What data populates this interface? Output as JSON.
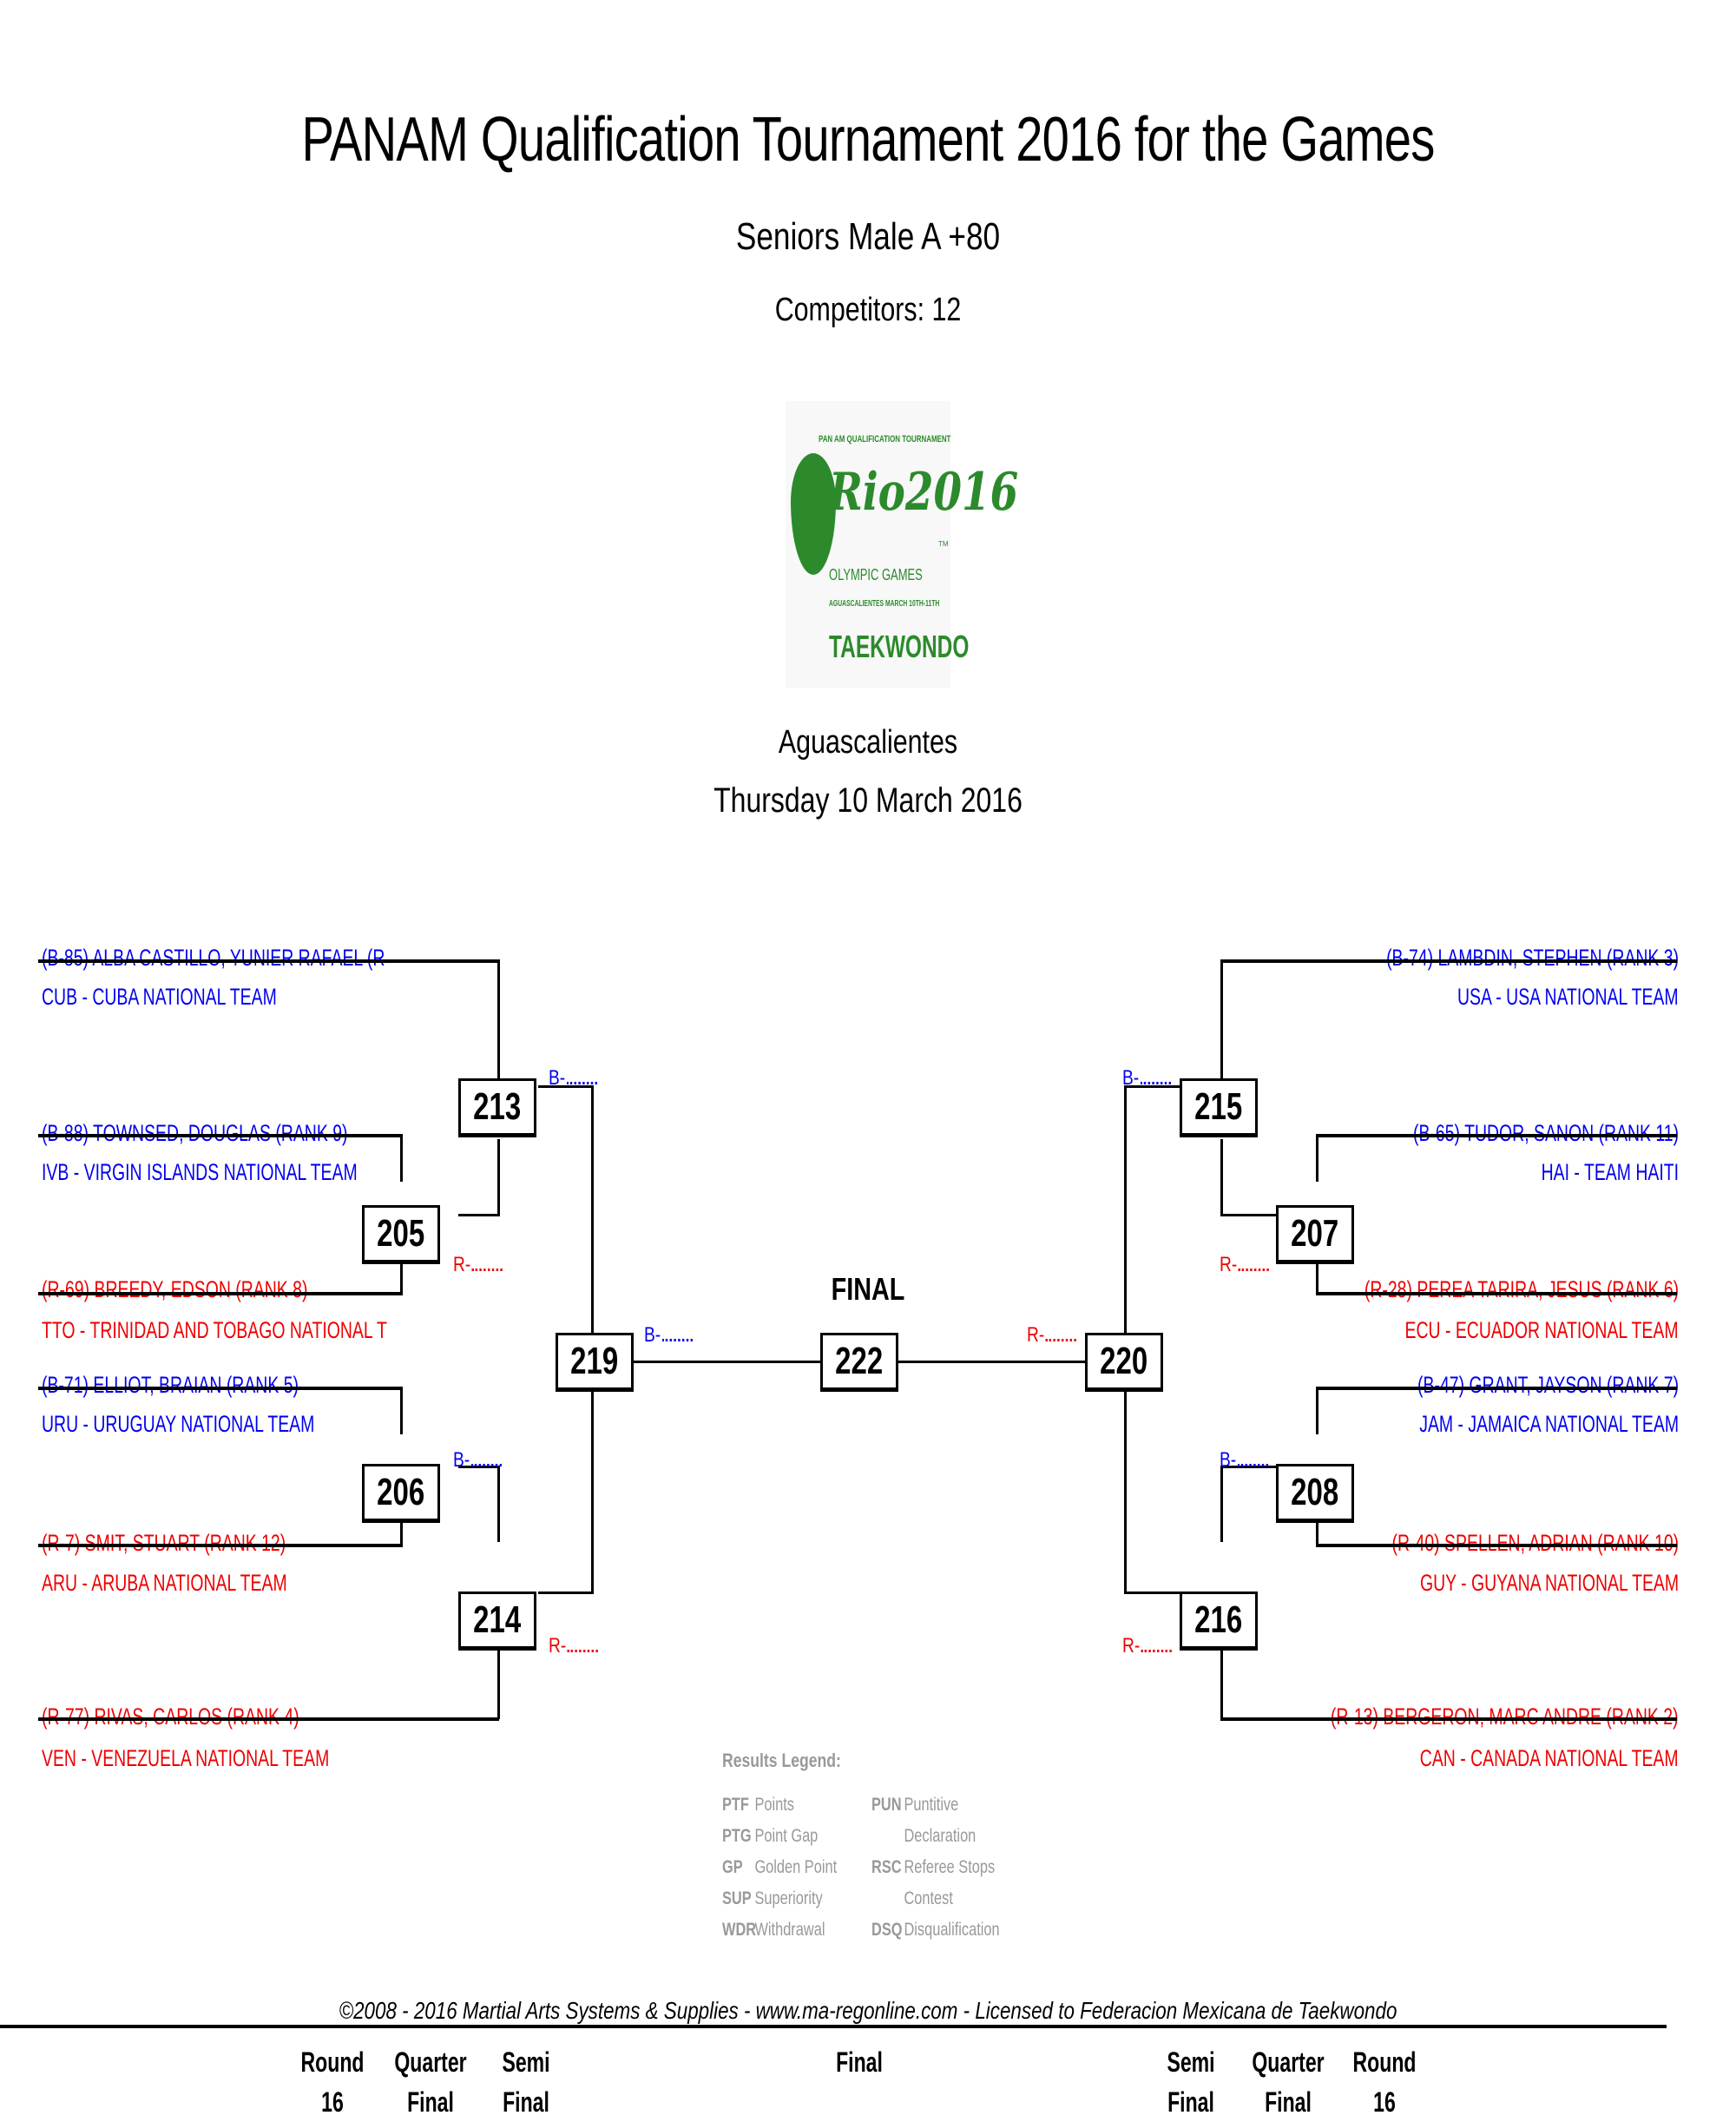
{
  "header": {
    "title": "PANAM Qualification Tournament 2016 for the Games",
    "division": "Seniors Male A +80",
    "competitors": "Competitors: 12",
    "venue": "Aguascalientes",
    "date": "Thursday 10 March 2016"
  },
  "logo": {
    "top_text": "PAN AM QUALIFICATION TOURNAMENT",
    "rio_text": "Rio2016",
    "tm": "TM",
    "olympic_text": "OLYMPIC GAMES",
    "location_text": "AGUASCALIENTES MARCH 10TH-11TH",
    "sport_text": "TAEKWONDO",
    "brand_color": "#2c8a2c"
  },
  "colors": {
    "blue": "#0000ee",
    "red": "#ee0000",
    "legend_gray": "#999999"
  },
  "left_competitors": [
    {
      "name": "(B-85) ALBA CASTILLO, YUNIER RAFAEL (R",
      "team": "CUB - CUBA NATIONAL TEAM",
      "corner": "blue"
    },
    {
      "name": "(B-88) TOWNSED, DOUGLAS (RANK 9)",
      "team": "IVB - VIRGIN ISLANDS NATIONAL TEAM",
      "corner": "blue"
    },
    {
      "name": "(R-69) BREEDY, EDSON (RANK 8)",
      "team": "TTO - TRINIDAD AND TOBAGO NATIONAL T",
      "corner": "red"
    },
    {
      "name": "(B-71) ELLIOT, BRAIAN (RANK 5)",
      "team": "URU - URUGUAY NATIONAL TEAM",
      "corner": "blue"
    },
    {
      "name": "(R-7) SMIT, STUART (RANK 12)",
      "team": "ARU - ARUBA NATIONAL TEAM",
      "corner": "red"
    },
    {
      "name": "(R-77) RIVAS, CARLOS (RANK 4)",
      "team": "VEN - VENEZUELA NATIONAL TEAM",
      "corner": "red"
    }
  ],
  "right_competitors": [
    {
      "name": "(B-74) LAMBDIN, STEPHEN (RANK 3)",
      "team": "USA - USA  NATIONAL TEAM",
      "corner": "blue"
    },
    {
      "name": "(B-65) TUDOR, SANON (RANK 11)",
      "team": "HAI - TEAM HAITI",
      "corner": "blue"
    },
    {
      "name": "(R-28) PEREA TARIRA, JESUS (RANK 6)",
      "team": "ECU - ECUADOR NATIONAL TEAM",
      "corner": "red"
    },
    {
      "name": "(B-47) GRANT, JAYSON (RANK 7)",
      "team": "JAM - JAMAICA NATIONAL TEAM",
      "corner": "blue"
    },
    {
      "name": "(R-40) SPELLEN, ADRIAN (RANK 10)",
      "team": "GUY - GUYANA NATIONAL TEAM",
      "corner": "red"
    },
    {
      "name": "(R-13) BERGERON, MARC ANDRE (RANK 2)",
      "team": "CAN - CANADA NATIONAL TEAM",
      "corner": "red"
    }
  ],
  "matches": {
    "m205": "205",
    "m206": "206",
    "m207": "207",
    "m208": "208",
    "m213": "213",
    "m214": "214",
    "m215": "215",
    "m216": "216",
    "m219": "219",
    "m220": "220",
    "m222": "222"
  },
  "slots": {
    "blue_prefix": "B-",
    "red_prefix": "R-"
  },
  "final_label": "FINAL",
  "legend": {
    "title": "Results Legend:",
    "items": [
      {
        "code": "PTF",
        "desc": "Points"
      },
      {
        "code": "PTG",
        "desc": "Point Gap"
      },
      {
        "code": "GP",
        "desc": "Golden Point"
      },
      {
        "code": "SUP",
        "desc": "Superiority"
      },
      {
        "code": "WDR",
        "desc": "Withdrawal"
      },
      {
        "code": "PUN",
        "desc": "Puntitive"
      },
      {
        "code": "",
        "desc": "Declaration"
      },
      {
        "code": "RSC",
        "desc": "Referee Stops"
      },
      {
        "code": "",
        "desc": "Contest"
      },
      {
        "code": "DSQ",
        "desc": "Disqualification"
      }
    ]
  },
  "copyright": "©2008 - 2016 Martial Arts Systems & Supplies - www.ma-regonline.com - Licensed to Federacion Mexicana de Taekwondo",
  "round_labels": [
    {
      "line1": "Round",
      "line2": "16"
    },
    {
      "line1": "Quarter",
      "line2": "Final"
    },
    {
      "line1": "Semi",
      "line2": "Final"
    },
    {
      "line1": "Final",
      "line2": ""
    },
    {
      "line1": "Semi",
      "line2": "Final"
    },
    {
      "line1": "Quarter",
      "line2": "Final"
    },
    {
      "line1": "Round",
      "line2": "16"
    }
  ]
}
